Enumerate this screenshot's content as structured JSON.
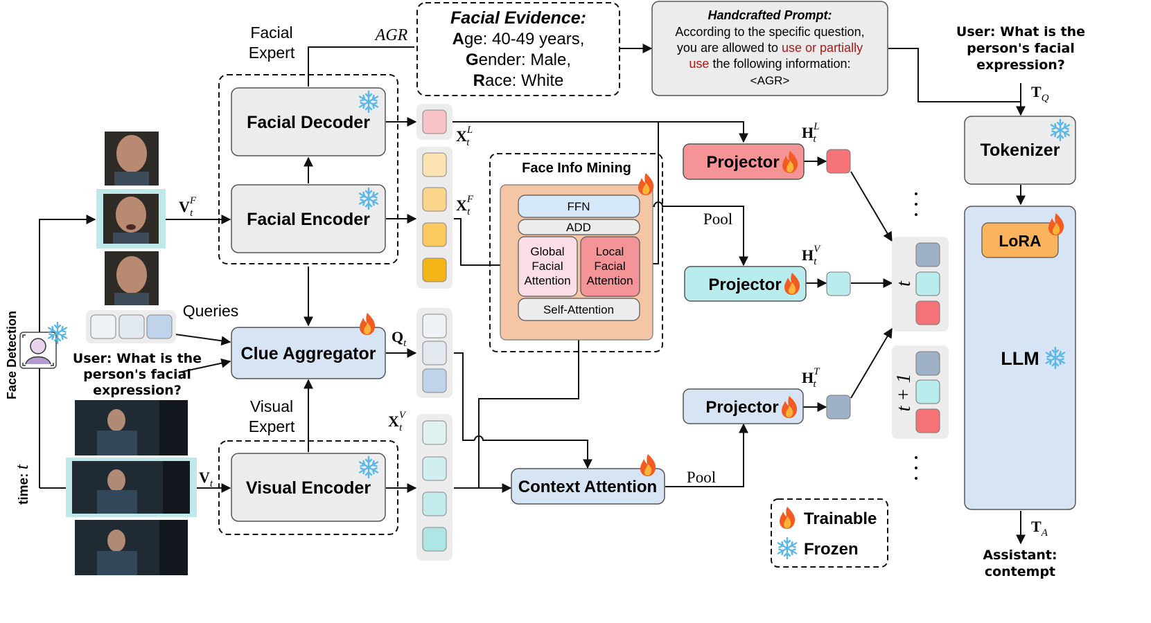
{
  "facial_expert": {
    "line1": "Facial",
    "line2": "Expert"
  },
  "visual_expert": {
    "line1": "Visual",
    "line2": "Expert"
  },
  "agr_label": "AGR",
  "facial_evidence": {
    "title": "Facial Evidence:",
    "age": {
      "initial": "A",
      "rest": "ge: 40-49 years,"
    },
    "gender": {
      "initial": "G",
      "rest": "ender: Male,"
    },
    "race": {
      "initial": "R",
      "rest": "ace: White"
    }
  },
  "handcrafted_prompt": {
    "title": "Handcrafted Prompt:",
    "line1": "According to the specific question,",
    "line2_a": "you are allowed to ",
    "line2_b": "use or partially",
    "line3_a": "use",
    "line3_b": " the following information:",
    "line4": "<AGR>",
    "highlight_color": "#b01818"
  },
  "user_question_top": {
    "line1": "User: What is the",
    "line2": "person's facial",
    "line3": "expression?"
  },
  "user_question_mid": {
    "line1": "User: What is the",
    "line2": "person's facial",
    "line3": "expression?"
  },
  "modules": {
    "facial_decoder": "Facial Decoder",
    "facial_encoder": "Facial Encoder",
    "clue_aggregator": "Clue Aggregator",
    "visual_encoder": "Visual Encoder",
    "context_attention": "Context Attention",
    "tokenizer": "Tokenizer",
    "lora": "LoRA",
    "llm": "LLM",
    "projector_l": "Projector",
    "projector_v": "Projector",
    "projector_t": "Projector"
  },
  "face_info_mining": {
    "title": "Face Info Mining",
    "ffn": "FFN",
    "add": "ADD",
    "global": {
      "line1": "Global",
      "line2": "Facial",
      "line3": "Attention"
    },
    "local": {
      "line1": "Local",
      "line2": "Facial",
      "line3": "Attention"
    },
    "self_attention": "Self-Attention"
  },
  "math_labels": {
    "xl": {
      "base": "X",
      "sub": "t",
      "sup": "L"
    },
    "xf": {
      "base": "X",
      "sub": "t",
      "sup": "F"
    },
    "qt": {
      "base": "Q",
      "sub": "t"
    },
    "xv": {
      "base": "X",
      "sub": "t",
      "sup": "V"
    },
    "vf": {
      "base": "V",
      "sub": "t",
      "sup": "F"
    },
    "vt": {
      "base": "V",
      "sub": "t"
    },
    "hl": {
      "base": "H",
      "sub": "t",
      "sup": "L"
    },
    "hv": {
      "base": "H",
      "sub": "t",
      "sup": "V"
    },
    "ht": {
      "base": "H",
      "sub": "t",
      "sup": "T"
    },
    "tq": {
      "base": "T",
      "sub": "Q"
    },
    "ta": {
      "base": "T",
      "sub": "A"
    }
  },
  "pool_top": "Pool",
  "pool_bottom": "Pool",
  "queries": "Queries",
  "face_detection": "Face Detection",
  "time_label": {
    "text": "time: ",
    "var": "t"
  },
  "timestep": {
    "t": "t",
    "t_plus_1": "t + 1"
  },
  "legend": {
    "trainable": "Trainable",
    "frozen": "Frozen"
  },
  "assistant": {
    "line1": "Assistant:",
    "line2": "contempt"
  },
  "icons": {
    "trainable": "flame-icon",
    "frozen": "snowflake-icon",
    "face_detection": "face-scan-icon"
  },
  "colors": {
    "xl_token": "#f7c3c5",
    "xf_tokens": [
      "#fbe3b4",
      "#fcd58d",
      "#fbc95f",
      "#f4b518"
    ],
    "q_tokens": [
      "#eef1f5",
      "#e2e8f0",
      "#bfd3ea"
    ],
    "xv_tokens": [
      "#dff1f1",
      "#d2efef",
      "#c2ecec",
      "#aee6e6"
    ],
    "projector_l": "#f59496",
    "projector_v": "#b9ecec",
    "projector_t": "#d6e4f4",
    "module_gray": "#ececec",
    "module_blue": "#d6e4f4",
    "mining_bg": "#f4c6a5",
    "ffn": "#d5e8f8",
    "global": "#fbdde8",
    "local": "#f59496",
    "lora": "#fbb45d",
    "llm": "#d6e4f4",
    "tok_slate": "#9eb1c6",
    "tok_teal": "#b9ecec",
    "tok_red": "#f57377",
    "flame": "#f25b22",
    "snow": "#5ab7e6"
  }
}
